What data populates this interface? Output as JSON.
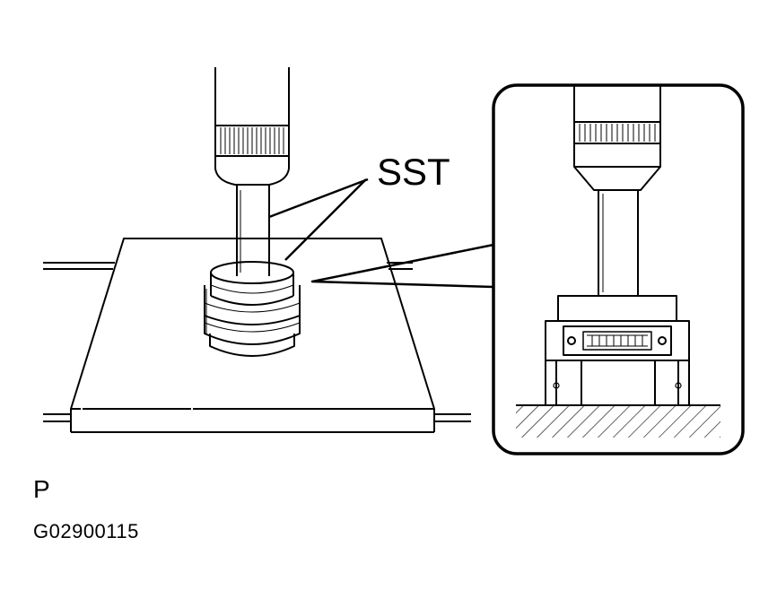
{
  "labels": {
    "tool": "SST",
    "code_letter": "P",
    "figure_code": "G02900115"
  },
  "colors": {
    "ink": "#000000",
    "paper": "#ffffff"
  }
}
